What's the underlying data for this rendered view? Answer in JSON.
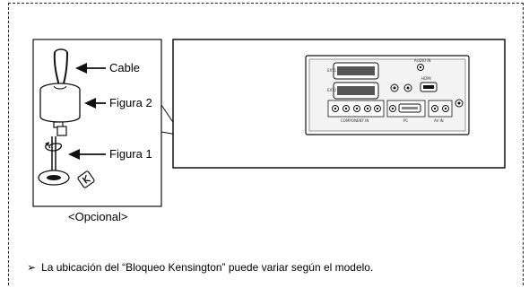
{
  "figure": {
    "labels": {
      "cable": "Cable",
      "figure2": "Figura 2",
      "figure1": "Figura 1",
      "optional": "<Opcional>"
    }
  },
  "note": {
    "arrow": "➢",
    "text": "La ubicación del “Bloqueo Kensington” puede variar según el modelo."
  },
  "panel": {
    "audio_in_label": "AUDIO IN",
    "hdmi_label": "HDMI",
    "pc_label": "PC",
    "component_label": "COMPONENT IN",
    "av_label": "AV IN",
    "ext1_label": "EXT1",
    "ext2_label": "EXT2"
  }
}
